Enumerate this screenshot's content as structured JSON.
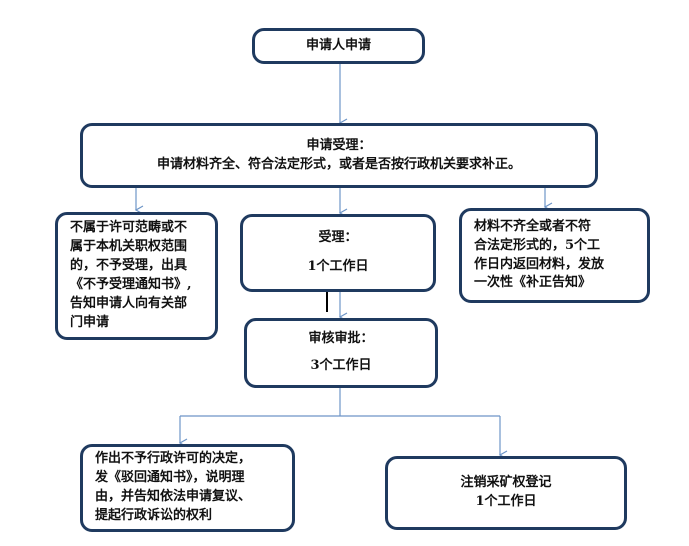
{
  "nodes": {
    "apply": {
      "lines": [
        "申请人申请"
      ]
    },
    "accept": {
      "lines": [
        "申请受理：",
        "申请材料齐全、符合法定形式，或者是否按行政机关要求补正。"
      ]
    },
    "reject_scope": {
      "lines": [
        "不属于许可范畴或不",
        "属于本机关职权范围",
        "的，不予受理，出具",
        "《不予受理通知书》,",
        "告知申请人向有关部",
        "门申请"
      ]
    },
    "accepted": {
      "lines": [
        "受理：",
        "1个工作日"
      ]
    },
    "incomplete": {
      "lines": [
        "材料不齐全或者不符",
        "合法定形式的，5个工",
        "作日内返回材料，发放",
        "一次性《补正告知》"
      ]
    },
    "review": {
      "lines": [
        "审核审批：",
        "3个工作日"
      ]
    },
    "deny": {
      "lines": [
        "作出不予行政许可的决定，",
        "发《驳回通知书》，说明理",
        "由，并告知依法申请复议、",
        "提起行政诉讼的权利"
      ]
    },
    "cancel": {
      "lines": [
        "注销采矿权登记",
        "1个工作日"
      ]
    }
  },
  "colors": {
    "border": "#1f3a5f",
    "arrow": "#6d95c7"
  }
}
